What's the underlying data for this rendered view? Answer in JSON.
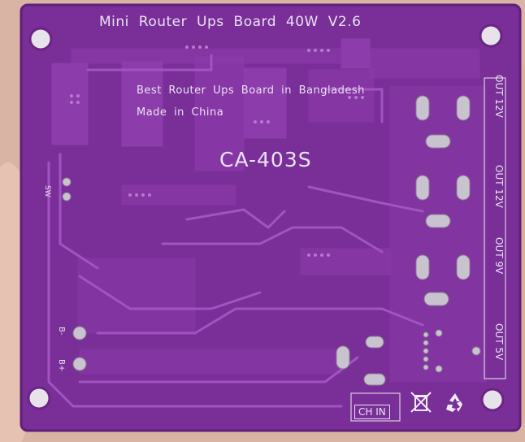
{
  "board": {
    "title": "Mini Router Ups Board  40W  V2.6",
    "tagline": "Best Router Ups Board  in Bangladesh",
    "origin": "Made  in China",
    "model": "CA-403S",
    "outputs": [
      "OUT 12V",
      "OUT 12V",
      "OUT 9V",
      "OUT 5V"
    ],
    "switch_label": "SW",
    "battery_minus": "B-",
    "battery_plus": "B+",
    "charge_in": "CH  IN"
  },
  "icons": [
    "crossed-bin-icon",
    "recycle-icon"
  ],
  "colors": {
    "pcb": "#7a2e98",
    "trace": "#8d3cab",
    "silkscreen": "#e9e3f3",
    "pad": "#c9c3cf",
    "background": "#d9b3a4"
  }
}
